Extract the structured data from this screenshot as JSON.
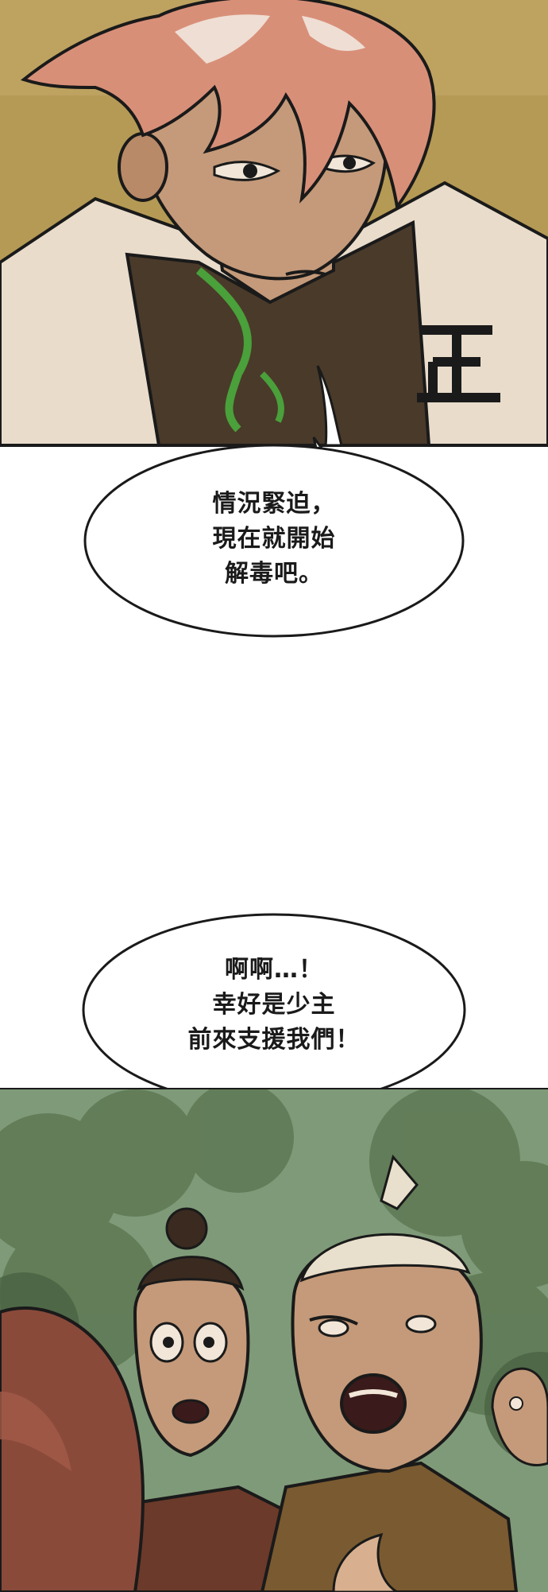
{
  "bubble1": {
    "lines": [
      "情況緊迫，",
      "現在就開始",
      "解毒吧。"
    ]
  },
  "bubble2": {
    "lines": [
      "啊啊…！",
      "幸好是少主",
      "前來支援我們！"
    ]
  },
  "robe_emblem": "正",
  "colors": {
    "ground": "#b59a55",
    "hair": "#d88f78",
    "robe": "#e9dccb",
    "inner_robe": "#4a3a2a",
    "forest": "#5f7a55",
    "skin": "#c49a7a",
    "outline": "#1a1a1a"
  }
}
